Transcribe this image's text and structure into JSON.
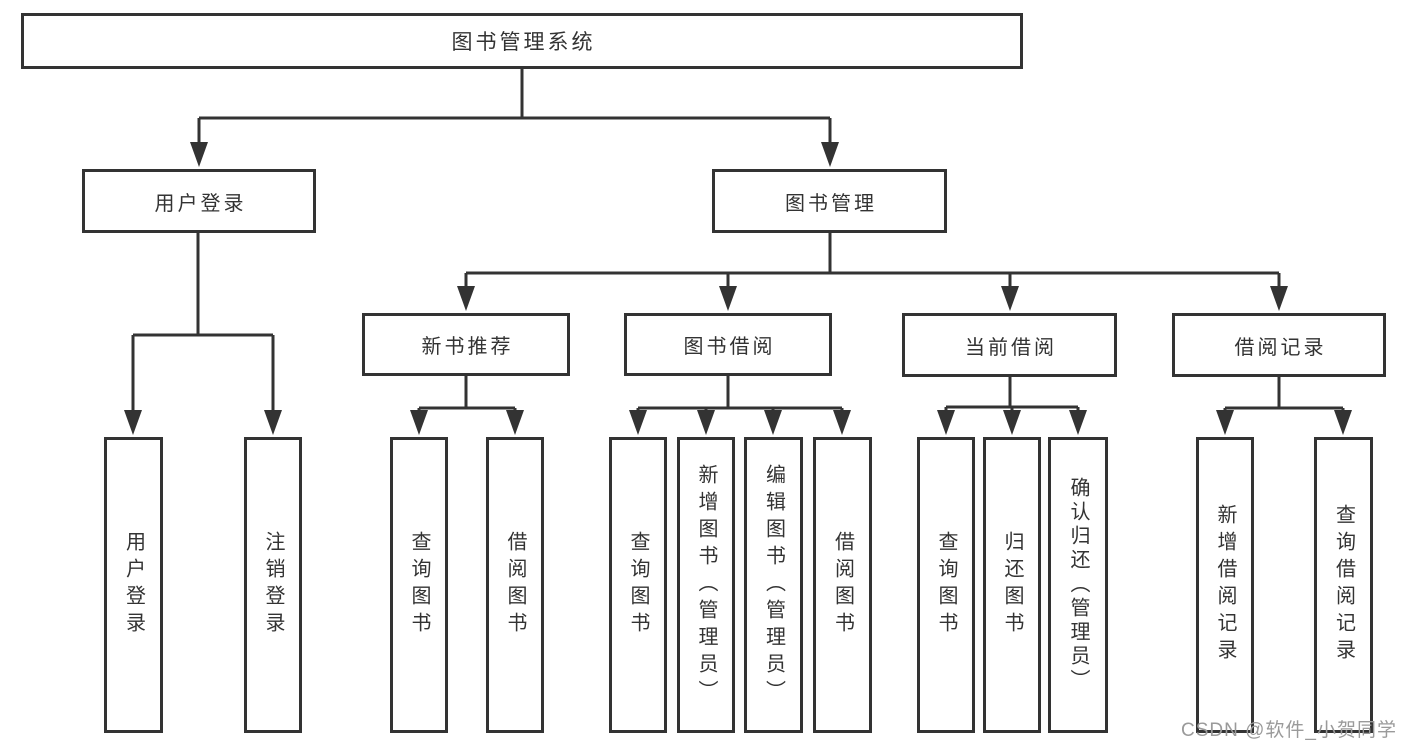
{
  "diagram": {
    "root": {
      "label": "图书管理系统"
    },
    "branches": [
      {
        "label": "用户登录",
        "leaves": [
          {
            "label": "用户登录"
          },
          {
            "label": "注销登录"
          }
        ]
      },
      {
        "label": "图书管理",
        "children": [
          {
            "label": "新书推荐",
            "leaves": [
              {
                "label": "查询图书"
              },
              {
                "label": "借阅图书"
              }
            ]
          },
          {
            "label": "图书借阅",
            "leaves": [
              {
                "label": "查询图书"
              },
              {
                "label": "新增图书（管理员）"
              },
              {
                "label": "编辑图书（管理员）"
              },
              {
                "label": "借阅图书"
              }
            ]
          },
          {
            "label": "当前借阅",
            "leaves": [
              {
                "label": "查询图书"
              },
              {
                "label": "归还图书"
              },
              {
                "label": "确认归还（管理员）"
              }
            ]
          },
          {
            "label": "借阅记录",
            "leaves": [
              {
                "label": "新增借阅记录"
              },
              {
                "label": "查询借阅记录"
              }
            ]
          }
        ]
      }
    ]
  },
  "watermark": {
    "text": "CSDN @软件_小贺同学"
  },
  "colors": {
    "line": "#333333",
    "text": "#333333",
    "watermark": "#9a9a9a",
    "background": "#ffffff"
  }
}
